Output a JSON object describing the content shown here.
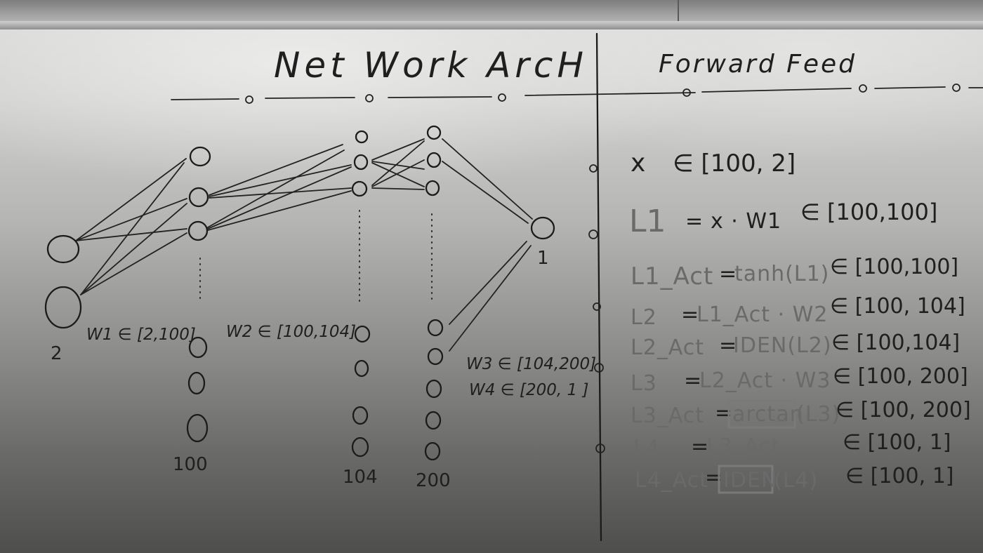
{
  "left_panel": {
    "title": "Net Work ArcH",
    "input_count": "2",
    "layer1_count": "100",
    "layer2_count": "104",
    "layer3_count": "200",
    "output_count": "1",
    "weight_w1": "W1 ∈ [2,100]",
    "weight_w2": "W2 ∈ [100,104]",
    "weight_w3": "W3 ∈ [104,200]",
    "weight_w4": "W4 ∈ [200, 1 ]"
  },
  "right_panel": {
    "title": "Forward Feed",
    "equations": [
      {
        "lhs": "x",
        "rhs": "",
        "op": "",
        "shape": "∈ [100, 2]"
      },
      {
        "lhs": "L1",
        "op": "=",
        "rhs": "x · W1",
        "shape": "∈ [100,100]"
      },
      {
        "lhs": "L1_Act",
        "op": "=",
        "rhs": "tanh(L1)",
        "shape": "∈ [100,100]"
      },
      {
        "lhs": "L2",
        "op": "=",
        "rhs": "L1_Act · W2",
        "shape": "∈ [100, 104]"
      },
      {
        "lhs": "L2_Act",
        "op": "=",
        "rhs": "IDEN(L2)",
        "shape": "∈ [100,104]"
      },
      {
        "lhs": "L3",
        "op": "=",
        "rhs": "L2_Act · W3",
        "shape": "∈ [100, 200]"
      },
      {
        "lhs": "L3_Act",
        "op": "=",
        "rhs_boxed": "arctan",
        "rhs_rest": "(L3)",
        "shape": "∈ [100, 200]"
      },
      {
        "lhs": "L4",
        "op": "=",
        "rhs": "L3_Act",
        "shape": "∈ [100, 1]"
      },
      {
        "lhs": "L4_Act",
        "op": "=",
        "rhs_boxed": "IDEN",
        "rhs_rest": "(L4)",
        "shape": "∈ [100, 1]"
      }
    ]
  }
}
